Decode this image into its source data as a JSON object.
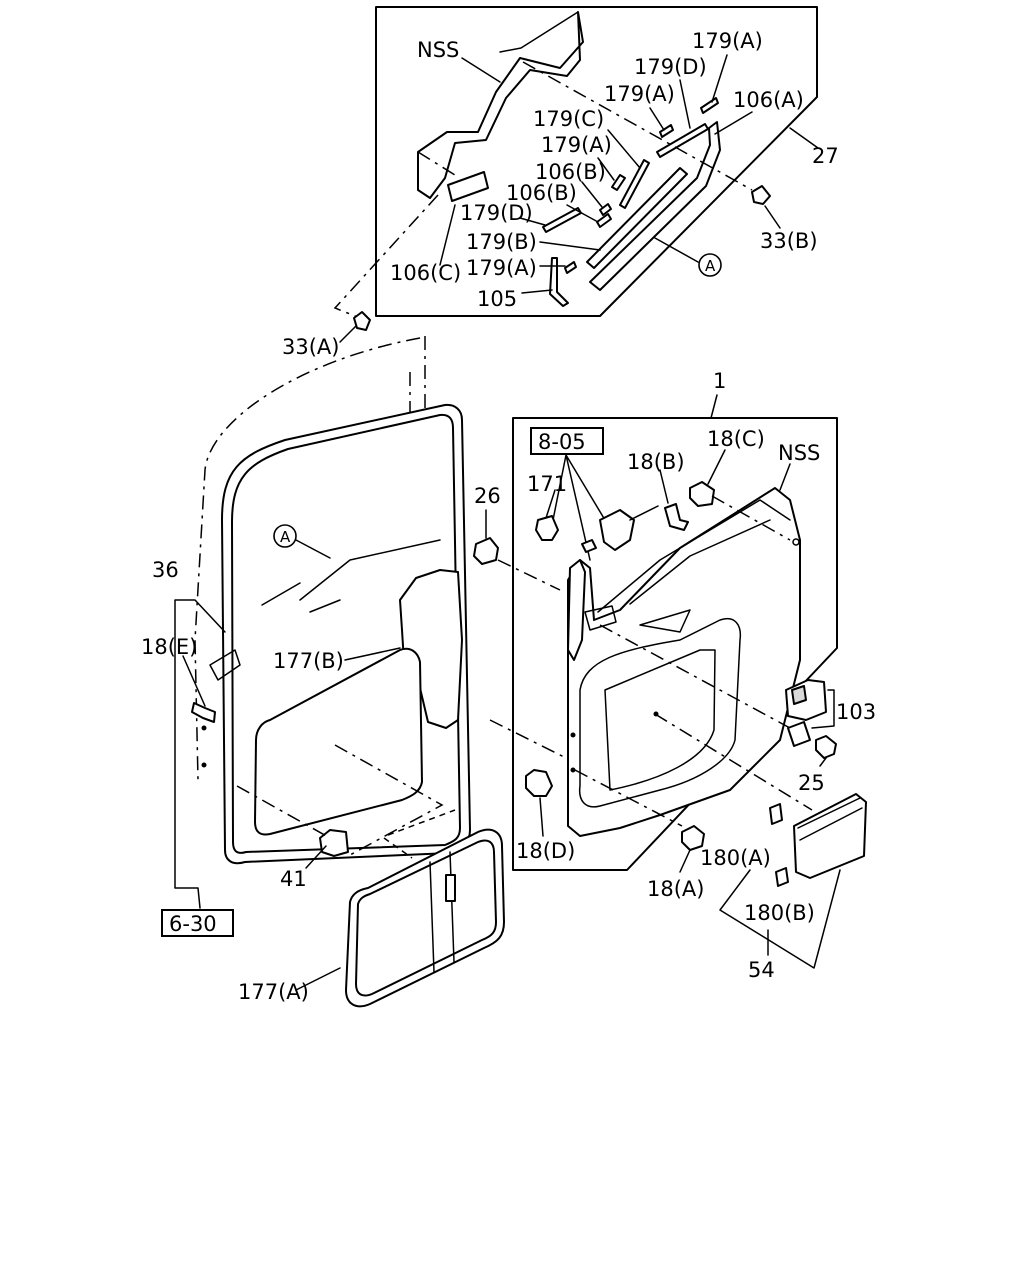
{
  "labels": {
    "nss_top": "NSS",
    "p179a_1": "179(A)",
    "p179d_1": "179(D)",
    "p179a_2": "179(A)",
    "p106a": "106(A)",
    "p27": "27",
    "p179c": "179(C)",
    "p179a_3": "179(A)",
    "p106b_1": "106(B)",
    "p106b_2": "106(B)",
    "p179d_2": "179(D)",
    "p179b": "179(B)",
    "p179a_4": "179(A)",
    "p106c": "106(C)",
    "p105": "105",
    "p33b": "33(B)",
    "p33a": "33(A)",
    "p1": "1",
    "p8_05": "8-05",
    "p18c": "18(C)",
    "p18b": "18(B)",
    "nss_mid": "NSS",
    "p171": "171",
    "p26": "26",
    "p36": "36",
    "p18e": "18(E)",
    "p177b": "177(B)",
    "p103": "103",
    "p25": "25",
    "p18d": "18(D)",
    "p18a": "18(A)",
    "p180a": "180(A)",
    "p180b": "180(B)",
    "p54": "54",
    "p41": "41",
    "p6_30": "6-30",
    "p177a": "177(A)"
  },
  "callouts": {
    "circle_a_top": "A",
    "circle_a_door": "A"
  }
}
